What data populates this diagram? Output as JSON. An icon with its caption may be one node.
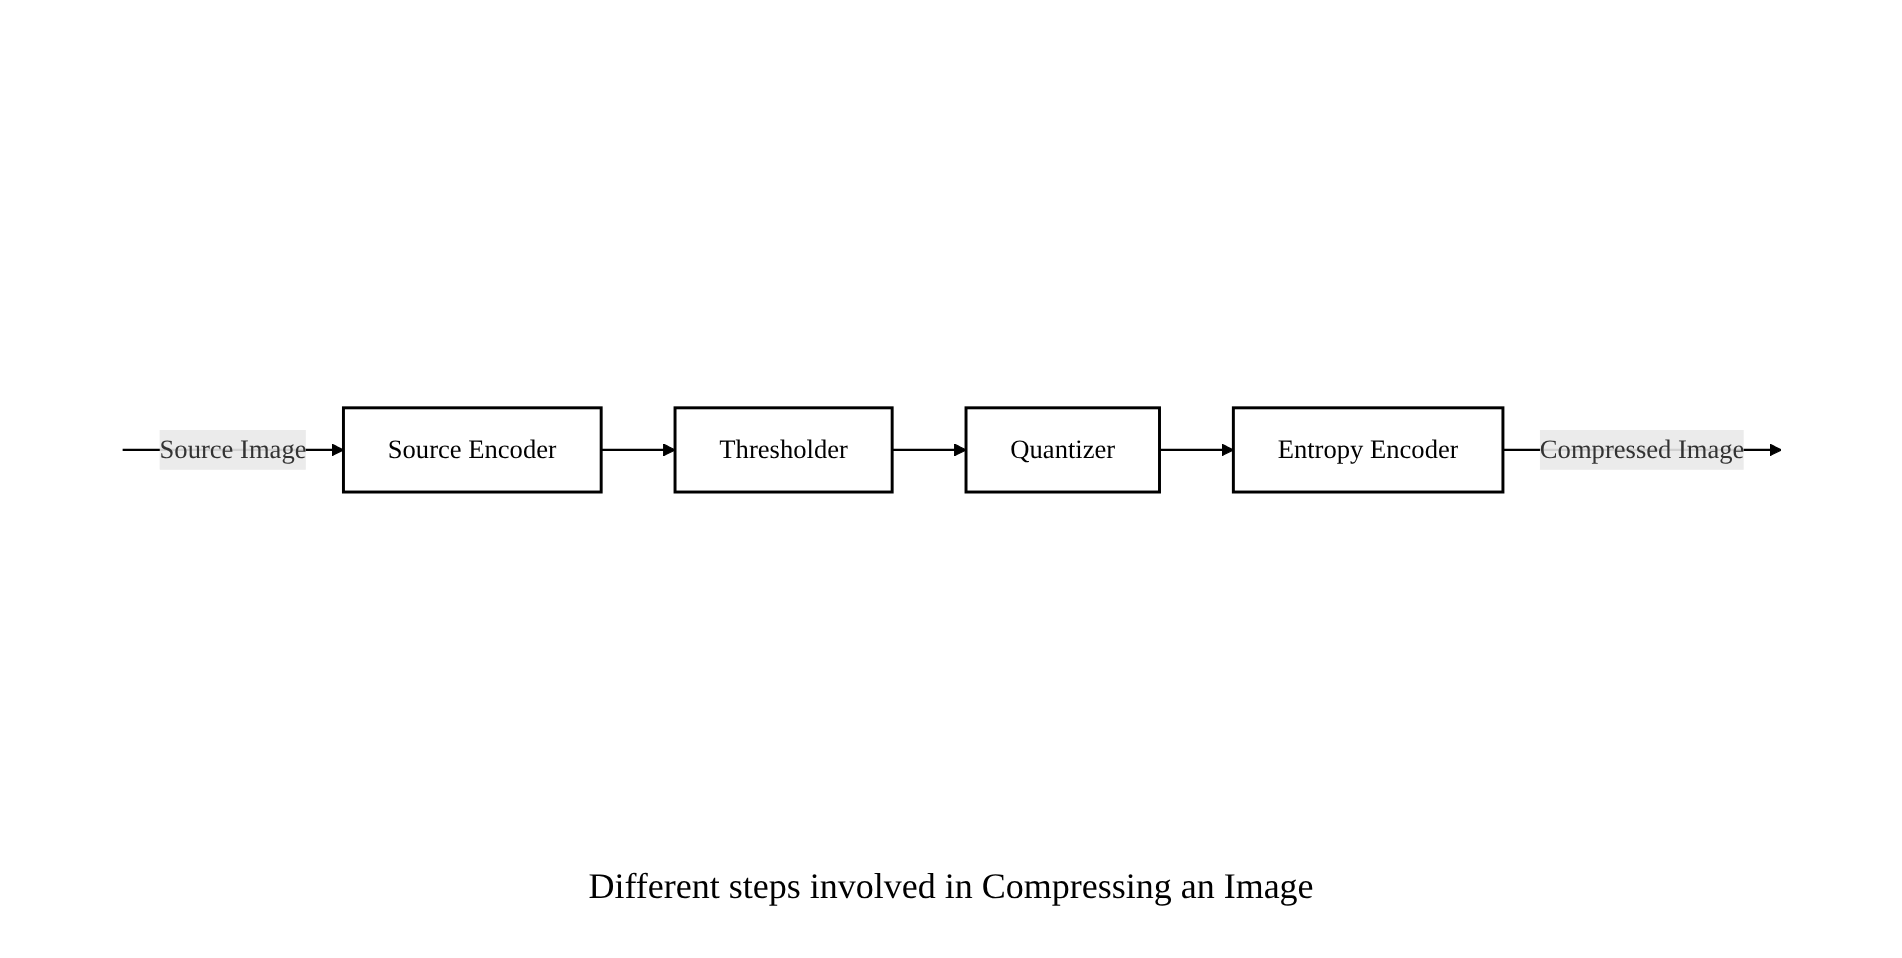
{
  "diagram": {
    "caption": "Different steps involved in Compressing an Image",
    "nodes": [
      {
        "text": [
          "Source Encoder"
        ]
      },
      {
        "text": [
          "Thresholder"
        ]
      },
      {
        "text": [
          "Quantizer"
        ]
      },
      {
        "text": [
          "Entropy Encoder"
        ]
      }
    ],
    "edges": [
      {
        "from": null,
        "to": 0,
        "arrow": "to",
        "label": "Source Image"
      },
      {
        "from": 0,
        "to": 1,
        "arrow": "to"
      },
      {
        "from": 1,
        "to": 2,
        "arrow": "to"
      },
      {
        "from": 2,
        "to": 3,
        "arrow": "to"
      },
      {
        "from": 3,
        "to": null,
        "arrow": "to",
        "label": "Compressed Image"
      }
    ]
  }
}
